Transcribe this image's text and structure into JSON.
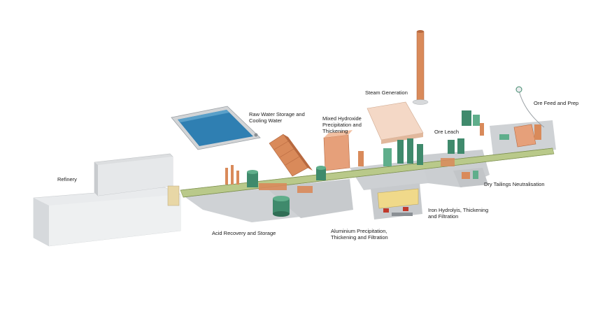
{
  "labels": {
    "refinery": "Refinery",
    "raw_water": "Raw Water Storage and\nCooling Water",
    "mixed_hydroxide": "Mixed Hydroxide\nPrecipitation and\nThickening",
    "steam_generation": "Steam Generation",
    "ore_feed": "Ore Feed and Prep",
    "ore_leach": "Ore Leach",
    "dry_tailings": "Dry Tailings Neutralisation",
    "iron_hydrolysis": "Iron Hydrolyis, Thickening\nand Filtration",
    "aluminium": "Aluminium Precipitation,\nThickening and Filtration",
    "acid_recovery": "Acid Recovery and Storage"
  },
  "colors": {
    "background": "#ffffff",
    "floor": "#c9cdd1",
    "pipe_rack": "#b9c98a",
    "copper": "#d98a5a",
    "tank_green": "#3f8a6c",
    "water": "#2f7fb2",
    "building_grey": "#d7d9db"
  }
}
